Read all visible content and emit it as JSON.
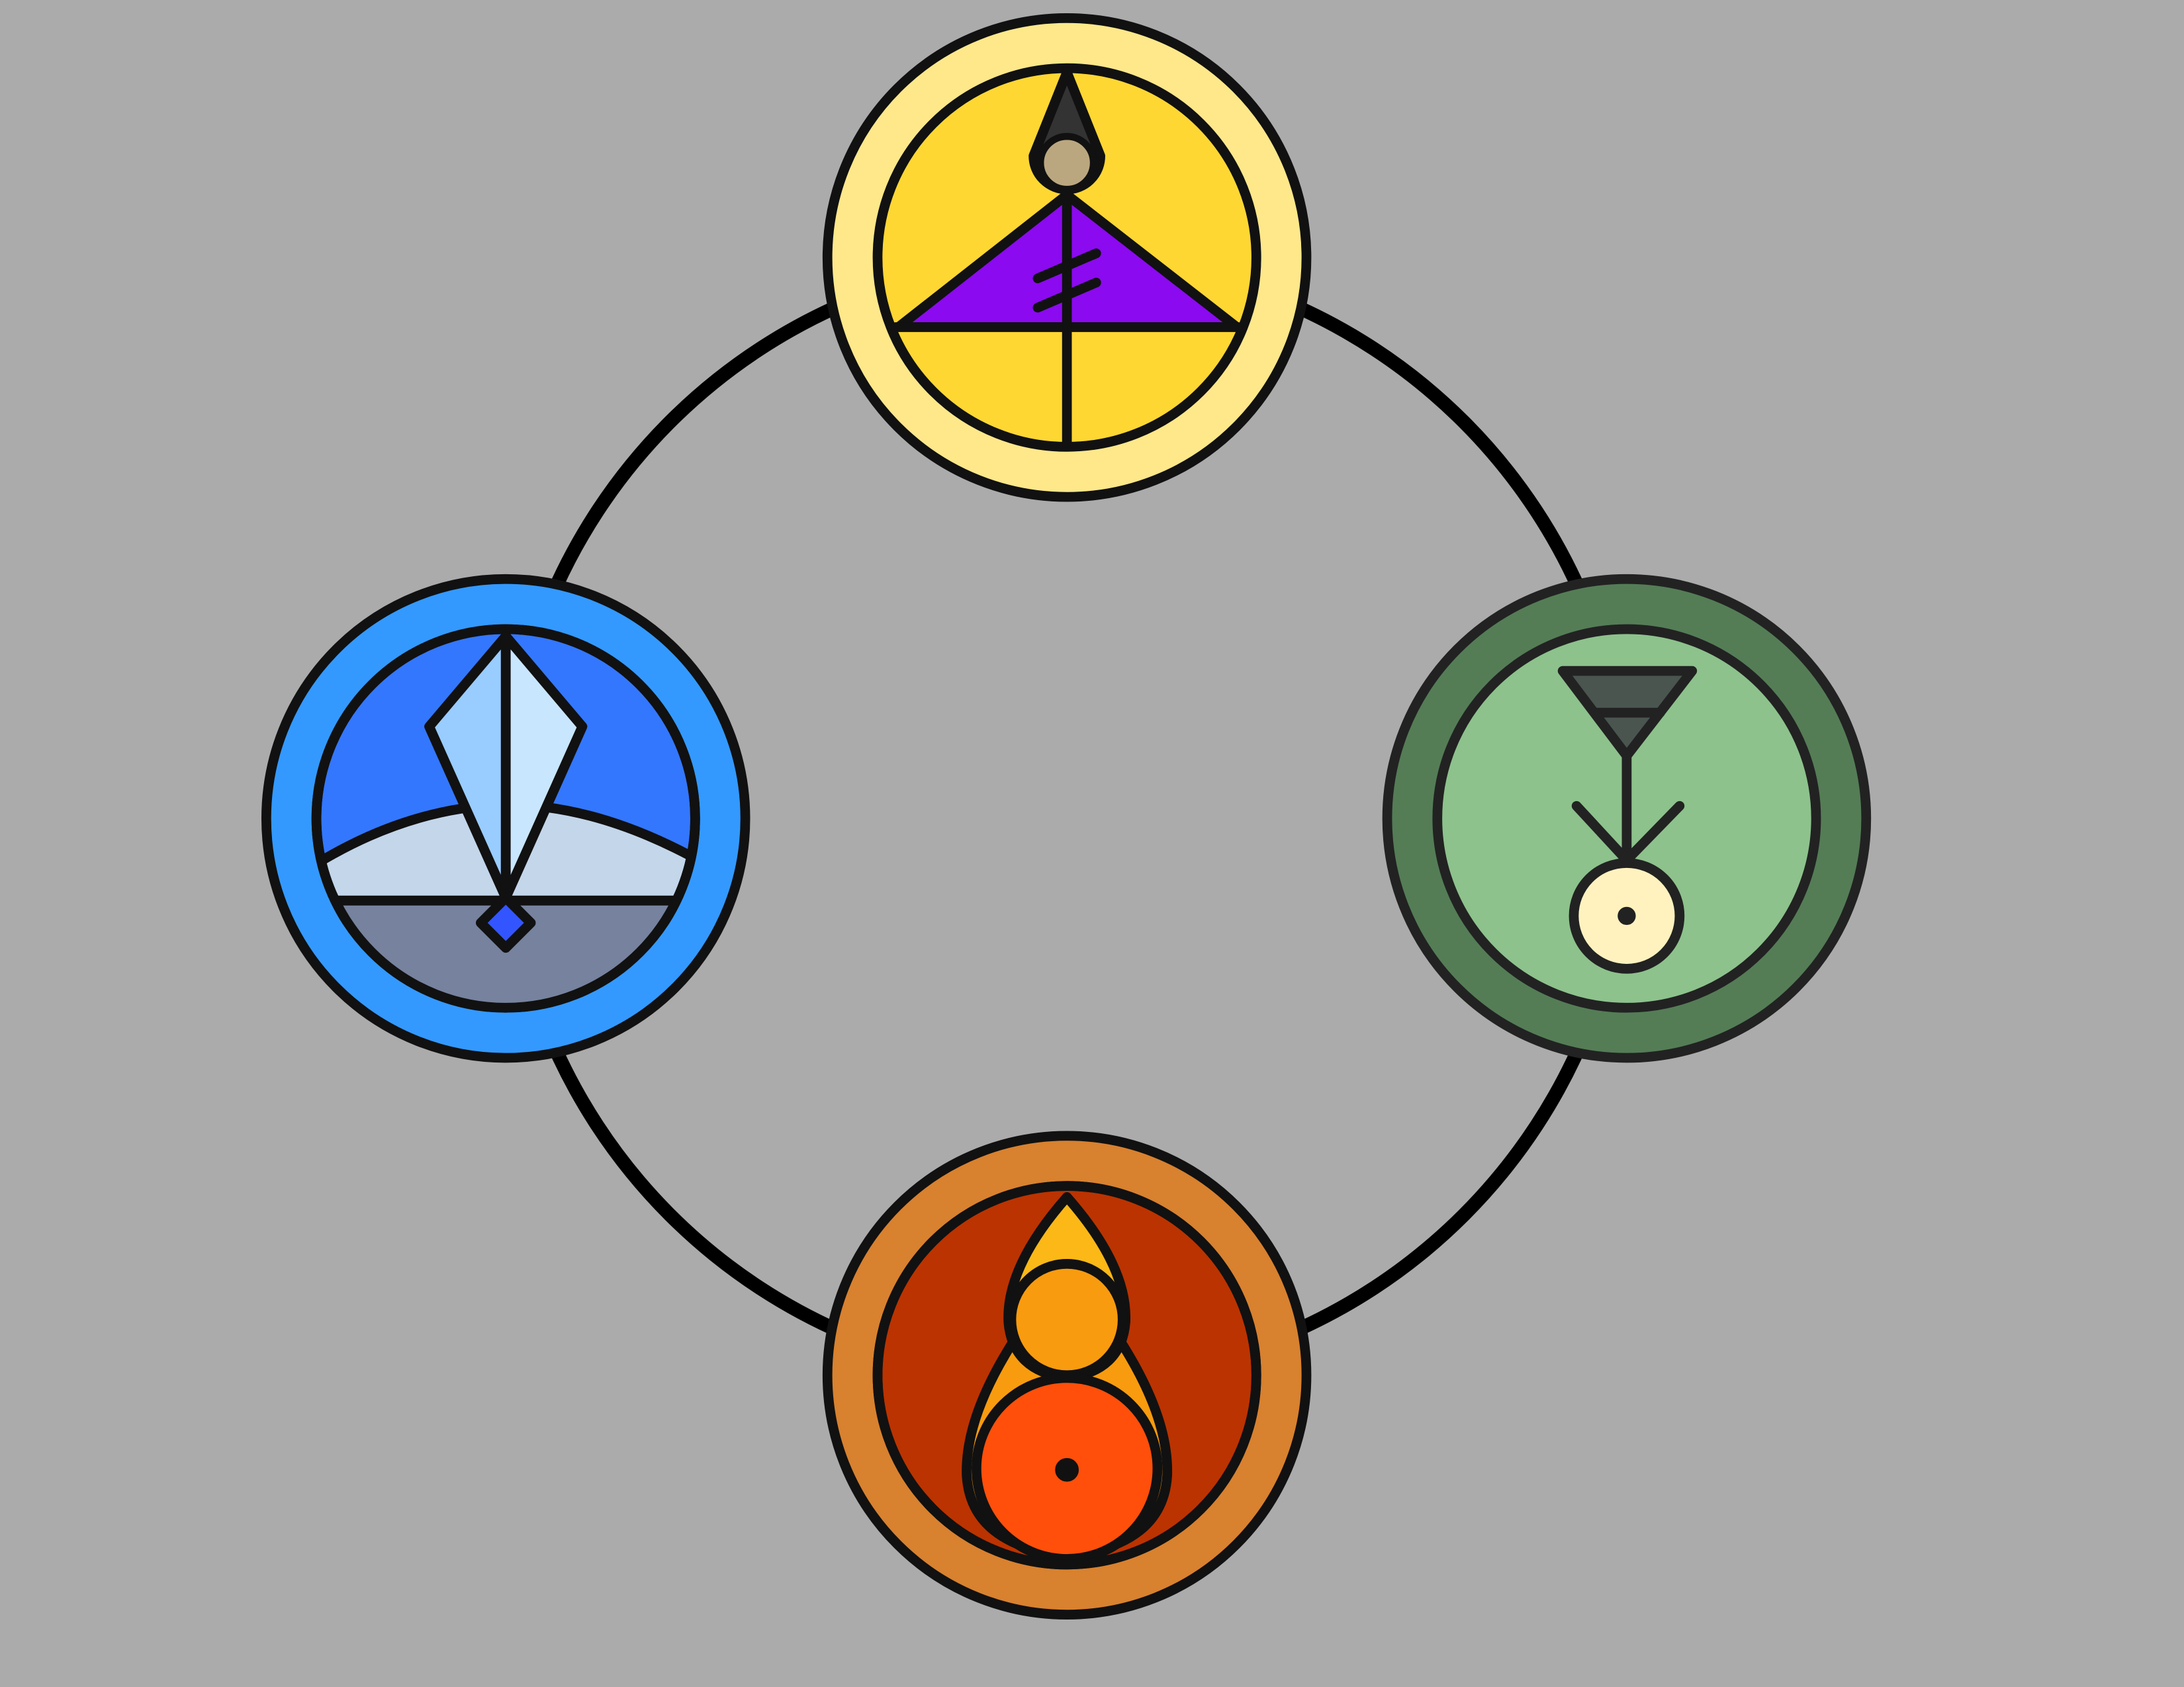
{
  "background": "#ABABAB",
  "ring_color": "#000000",
  "symbols": [
    {
      "icon": "air-element-symbol",
      "outer": "#FFE88A",
      "inner": "#FFD733",
      "accent": "#8B0AF0",
      "bead": "#BBA77F"
    },
    {
      "icon": "water-element-symbol",
      "outer": "#3399FF",
      "inner": "#3377FF",
      "hill": "#C3D6EA",
      "ground": "#76829E",
      "crystal_left": "#99CCFF",
      "crystal_right": "#C9E6FF",
      "gem": "#3355FF"
    },
    {
      "icon": "earth-element-symbol",
      "outer": "#547D56",
      "inner": "#8DC28C",
      "triangle": "#4A5550",
      "orb": "#FFF2BF"
    },
    {
      "icon": "fire-element-symbol",
      "outer": "#D8812F",
      "inner": "#BB3300",
      "flame_top": "#FBB817",
      "flame_mid": "#F99B0E",
      "flame_core": "#FF4F0A"
    }
  ]
}
